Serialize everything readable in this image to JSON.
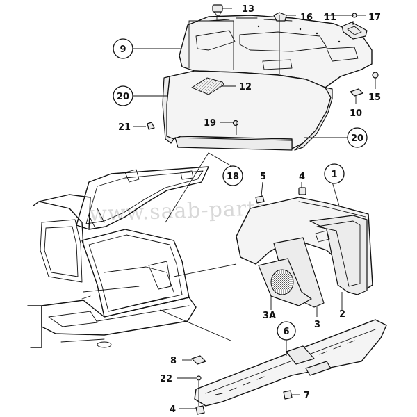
{
  "watermark": "www.saab-parts.ru",
  "callouts": {
    "c1": "1",
    "c2": "2",
    "c3": "3",
    "c3a": "3A",
    "c4a": "4",
    "c4b": "4",
    "c5": "5",
    "c6": "6",
    "c7": "7",
    "c8": "8",
    "c9": "9",
    "c10": "10",
    "c11": "11",
    "c12": "12",
    "c13": "13",
    "c15": "15",
    "c16": "16",
    "c17": "17",
    "c18": "18",
    "c19": "19",
    "c20a": "20",
    "c20b": "20",
    "c21": "21",
    "c22": "22"
  }
}
